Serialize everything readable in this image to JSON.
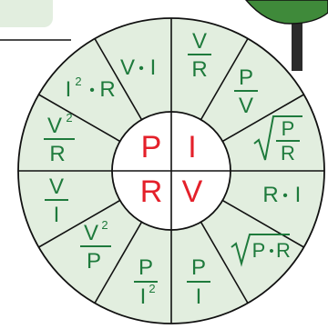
{
  "colors": {
    "wedge_fill": "#e2eedf",
    "outline": "#111111",
    "center_fill": "#ffffff",
    "formula_text": "#1e7a3c",
    "center_text": "#e4202a",
    "top_box_fill": "#e2eedf",
    "tree_green": "#3f8a3a",
    "tree_trunk": "#2b2b2b"
  },
  "center": {
    "p": "P",
    "i": "I",
    "r": "R",
    "v": "V"
  },
  "wedges": {
    "v_times_i": {
      "a": "V",
      "dot": "•",
      "b": "I"
    },
    "v_over_r": {
      "num": "V",
      "den": "R"
    },
    "p_over_v": {
      "num": "P",
      "den": "V"
    },
    "sqrt_p_over_r": {
      "num": "P",
      "den": "R"
    },
    "r_times_i": {
      "a": "R",
      "dot": "•",
      "b": "I"
    },
    "sqrt_p_times_r": {
      "a": "P",
      "dot": "•",
      "b": "R"
    },
    "p_over_i": {
      "num": "P",
      "den": "I"
    },
    "p_over_i_squared": {
      "num": "P",
      "den": "I",
      "exp": "2"
    },
    "v_squared_over_p": {
      "num": "V",
      "exp": "2",
      "den": "P"
    },
    "v_over_i": {
      "num": "V",
      "den": "I"
    },
    "v_squared_over_r": {
      "num": "V",
      "exp": "2",
      "den": "R"
    },
    "i_squared_times_r": {
      "a": "I",
      "exp": "2",
      "dot": "•",
      "b": "R"
    }
  }
}
